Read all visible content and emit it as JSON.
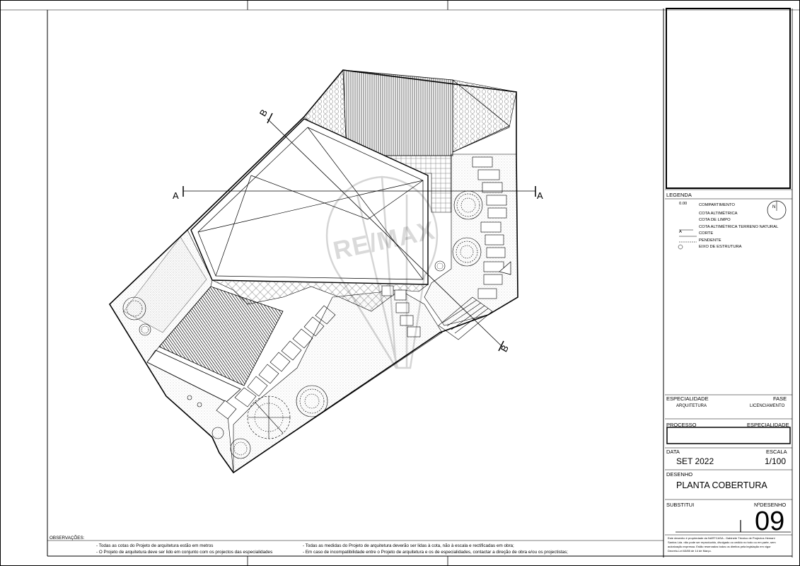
{
  "section_markers": {
    "a_left": "A",
    "a_right": "A",
    "b_top": "B",
    "b_bottom": "B"
  },
  "watermark": {
    "text": "RE/MAX"
  },
  "legend": {
    "title": "LEGENDA",
    "cota_value": "0.00",
    "items": [
      {
        "symbol": "",
        "label": "COMPARTIMENTO"
      },
      {
        "symbol": "",
        "label": "COTA ALTIMÉTRICA"
      },
      {
        "symbol": "",
        "label": "COTA DE LIMPO"
      },
      {
        "symbol": "",
        "label": "COTA ALTIMÉTRICA TERRENO NATURAL"
      },
      {
        "symbol": "A",
        "label": "CORTE"
      },
      {
        "symbol": "",
        "label": "PENDENTE"
      },
      {
        "symbol": "",
        "label": "EIXO DE ESTRUTURA"
      }
    ],
    "north_mark": "N"
  },
  "title_block": {
    "especialidade_label": "ESPECIALIDADE",
    "fase_label": "FASE",
    "especialidade_value": "ARQUITETURA",
    "fase_value": "LICENCIAMENTO",
    "processo_label": "PROCESSO",
    "especialidade2_label": "ESPECIALIDADE",
    "data_label": "DATA",
    "escala_label": "ESCALA",
    "data_value": "SET 2022",
    "escala_value": "1/100",
    "desenho_label": "DESENHO",
    "desenho_value": "PLANTA COBERTURA",
    "substitui_label": "SUBSTITUI",
    "ndesenho_label": "NºDESENHO",
    "ndesenho_value": "09",
    "disclaimer_1": "Este desenho é propriedade da NARTCASA - Gabinete Técnico de Projectos Hemani",
    "disclaimer_2": "Santos Lda. não pode ser reproduzido, divulgado ou cedido no todo ou em parte, sem",
    "disclaimer_3": "autorização expressa. Estão reservados todos os direitos pela legislação em vigor",
    "disclaimer_4": "Decreto-Lei 63/85 de 14 de Março."
  },
  "observacoes": {
    "title": "OBSERVAÇÕES:",
    "notes": [
      "- Todas as cotas do Projeto de arquitetura estão em metros",
      "- O Projeto de arquitetura deve ser lido em conjunto com os projectos das especialidades",
      "- Todas as medidas do Projeto de arquitetura deverão ser lidas à cota, não à escala e rectificadas em obra;",
      "- Em caso de incompatibilidade entre o Projeto de arquitetura e os de especialidades, contactar a direção de obra e/ou os projectistas;"
    ]
  }
}
